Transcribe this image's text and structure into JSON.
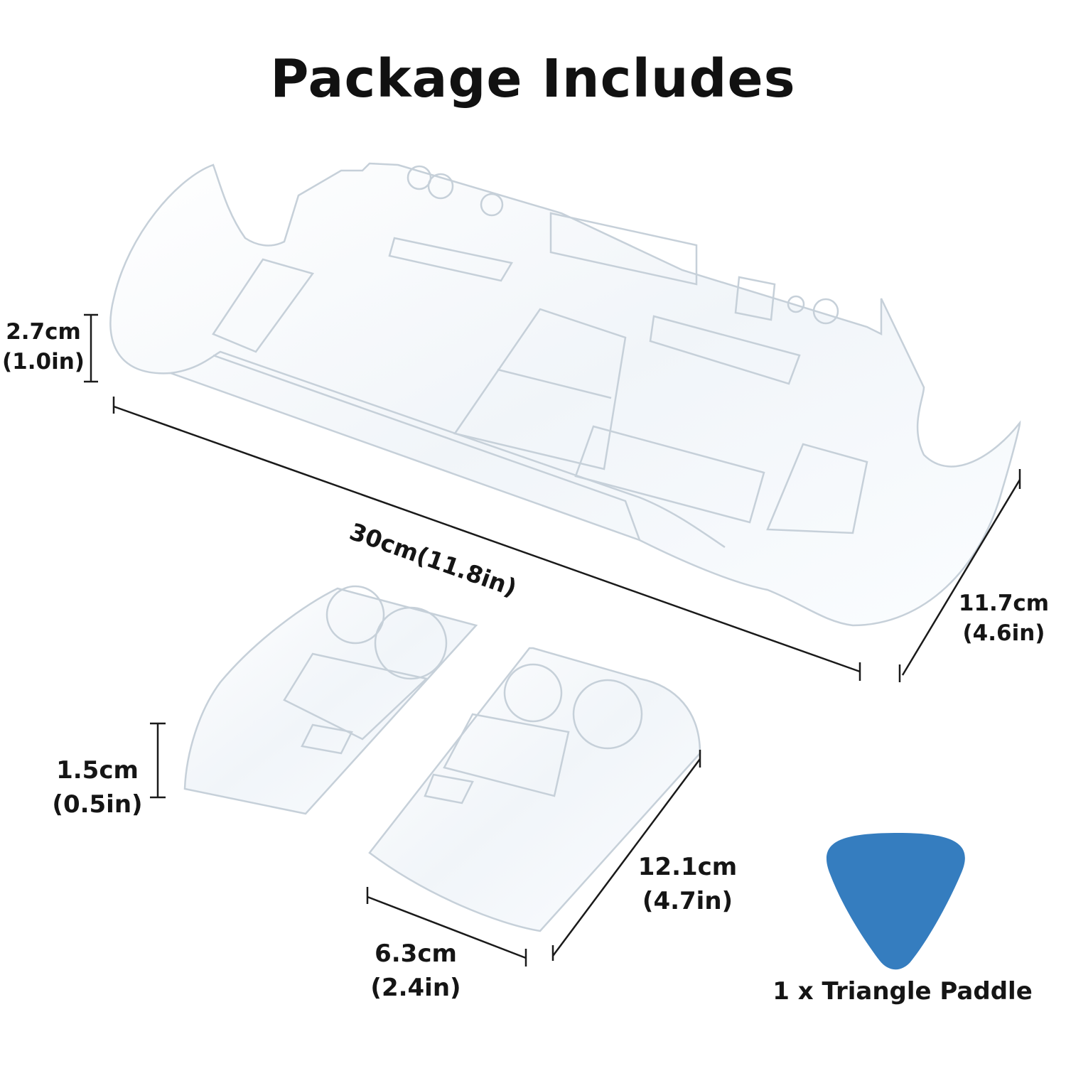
{
  "title": "Package Includes",
  "dimensions": {
    "main_thickness": {
      "cm": "2.7cm",
      "in": "(1.0in)"
    },
    "main_length": {
      "label": "30cm(11.8in)"
    },
    "main_width": {
      "cm": "11.7cm",
      "in": "(4.6in)"
    },
    "grip_thickness": {
      "cm": "1.5cm",
      "in": "(0.5in)"
    },
    "grip_width": {
      "cm": "6.3cm",
      "in": "(2.4in)"
    },
    "grip_height": {
      "cm": "12.1cm",
      "in": "(4.7in)"
    }
  },
  "paddle": {
    "label": "1 x Triangle Paddle",
    "color": "#357dbf"
  },
  "colors": {
    "case_outline": "#c9d2da",
    "case_fill": "#f4f8fb",
    "dimension_line": "#1a1a1a"
  },
  "icons": {
    "main_case": "clear-case-shell-icon",
    "left_grip": "left-grip-cover-icon",
    "right_grip": "right-grip-cover-icon",
    "paddle": "triangle-paddle-icon"
  }
}
